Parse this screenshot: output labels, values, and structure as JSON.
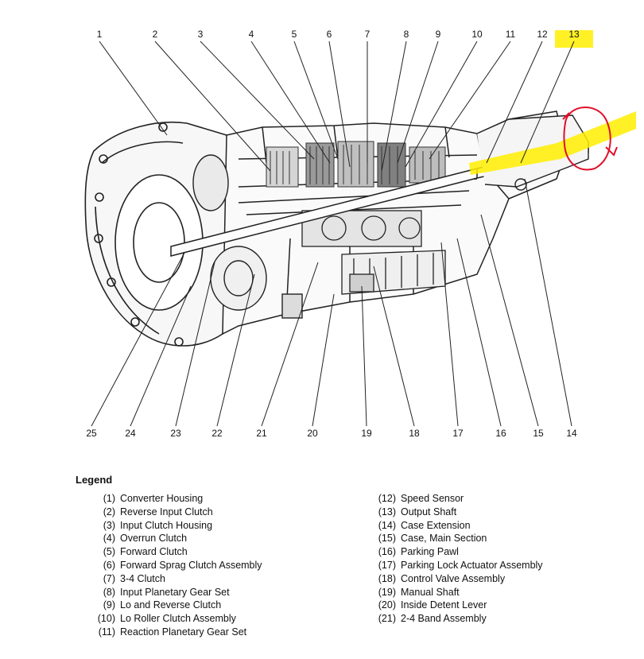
{
  "callouts": [
    {
      "id": 1,
      "label": "1"
    },
    {
      "id": 2,
      "label": "2"
    },
    {
      "id": 3,
      "label": "3"
    },
    {
      "id": 4,
      "label": "4"
    },
    {
      "id": 5,
      "label": "5"
    },
    {
      "id": 6,
      "label": "6"
    },
    {
      "id": 7,
      "label": "7"
    },
    {
      "id": 8,
      "label": "8"
    },
    {
      "id": 9,
      "label": "9"
    },
    {
      "id": 10,
      "label": "10"
    },
    {
      "id": 11,
      "label": "11"
    },
    {
      "id": 12,
      "label": "12"
    },
    {
      "id": 13,
      "label": "13"
    },
    {
      "id": 14,
      "label": "14"
    },
    {
      "id": 15,
      "label": "15"
    },
    {
      "id": 16,
      "label": "16"
    },
    {
      "id": 17,
      "label": "17"
    },
    {
      "id": 18,
      "label": "18"
    },
    {
      "id": 19,
      "label": "19"
    },
    {
      "id": 20,
      "label": "20"
    },
    {
      "id": 21,
      "label": "21"
    },
    {
      "id": 22,
      "label": "22"
    },
    {
      "id": 23,
      "label": "23"
    },
    {
      "id": 24,
      "label": "24"
    },
    {
      "id": 25,
      "label": "25"
    }
  ],
  "annotations": {
    "highlighted_callout": "13",
    "highlight_color": "#ffee00",
    "circle_color": "#e0102a"
  },
  "legend": {
    "title": "Legend",
    "left": [
      {
        "num": "(1)",
        "text": "Converter Housing"
      },
      {
        "num": "(2)",
        "text": "Reverse Input Clutch"
      },
      {
        "num": "(3)",
        "text": "Input Clutch Housing"
      },
      {
        "num": "(4)",
        "text": "Overrun Clutch"
      },
      {
        "num": "(5)",
        "text": "Forward Clutch"
      },
      {
        "num": "(6)",
        "text": "Forward Sprag Clutch Assembly"
      },
      {
        "num": "(7)",
        "text": "3-4 Clutch"
      },
      {
        "num": "(8)",
        "text": "Input Planetary Gear Set"
      },
      {
        "num": "(9)",
        "text": "Lo and Reverse Clutch"
      },
      {
        "num": "(10)",
        "text": "Lo Roller Clutch Assembly"
      },
      {
        "num": "(11)",
        "text": "Reaction Planetary Gear Set"
      }
    ],
    "right": [
      {
        "num": "(12)",
        "text": "Speed Sensor"
      },
      {
        "num": "(13)",
        "text": "Output Shaft"
      },
      {
        "num": "(14)",
        "text": "Case Extension"
      },
      {
        "num": "(15)",
        "text": "Case, Main Section"
      },
      {
        "num": "(16)",
        "text": "Parking Pawl"
      },
      {
        "num": "(17)",
        "text": "Parking Lock Actuator Assembly"
      },
      {
        "num": "(18)",
        "text": "Control Valve Assembly"
      },
      {
        "num": "(19)",
        "text": "Manual Shaft"
      },
      {
        "num": "(20)",
        "text": "Inside Detent Lever"
      },
      {
        "num": "(21)",
        "text": "2-4 Band Assembly"
      }
    ]
  }
}
